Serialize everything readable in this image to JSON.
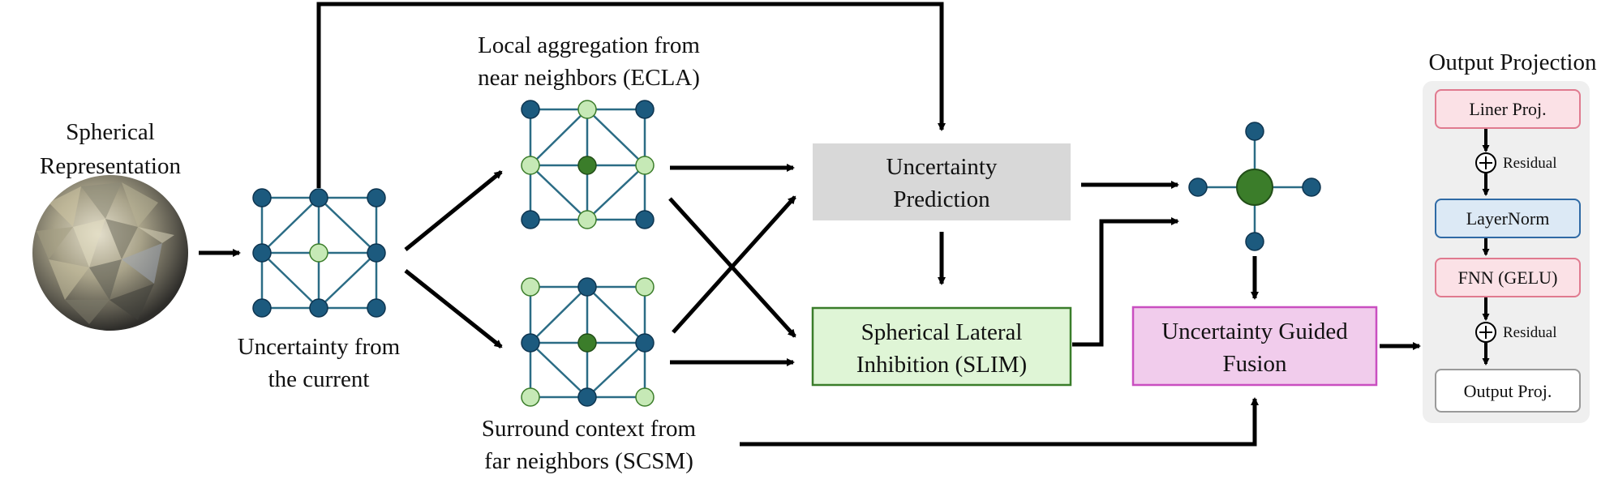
{
  "labels": {
    "spherical_line1": "Spherical",
    "spherical_line2": "Representation",
    "uncertainty_current_line1": "Uncertainty from",
    "uncertainty_current_line2": "the current",
    "ecla_line1": "Local aggregation from",
    "ecla_line2": "near neighbors (ECLA)",
    "scsm_line1": "Surround context from",
    "scsm_line2": "far neighbors (SCSM)",
    "output_projection_title": "Output Projection"
  },
  "boxes": {
    "uncertainty_prediction_line1": "Uncertainty",
    "uncertainty_prediction_line2": "Prediction",
    "slim_line1": "Spherical Lateral",
    "slim_line2": "Inhibition (SLIM)",
    "fusion_line1": "Uncertainty Guided",
    "fusion_line2": "Fusion"
  },
  "output_panel": {
    "liner_proj": "Liner Proj.",
    "residual_1": "Residual",
    "layernorm": "LayerNorm",
    "fnn": "FNN (GELU)",
    "residual_2": "Residual",
    "output_proj": "Output Proj."
  },
  "colors": {
    "node_dark_blue": "#1c5a7e",
    "node_light_green": "#c6e9b6",
    "node_dark_green": "#3b7d2a",
    "edge_teal": "#2b6c85",
    "prediction_fill": "#d8d8d8",
    "slim_fill": "#dff5d6",
    "slim_border": "#3a7d2a",
    "fusion_fill": "#f1ccec",
    "fusion_border": "#c94fc0",
    "pink_fill": "#fbe1e6",
    "pink_border": "#e07a8f",
    "blue_fill": "#dce9f5",
    "blue_border": "#2f6aa5",
    "panel_fill": "#efefef"
  }
}
